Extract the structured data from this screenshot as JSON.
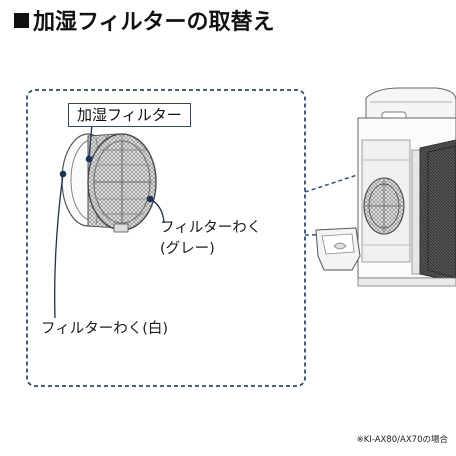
{
  "header": {
    "title": "加湿フィルターの取替え"
  },
  "callout": {
    "filter_label": "加湿フィルター",
    "gray_frame_label_line1": "フィルターわく",
    "gray_frame_label_line2": "(グレー)",
    "white_frame_label": "フィルターわく(白)"
  },
  "footnote": {
    "text": "※KI-AX80/AX70の場合"
  },
  "colors": {
    "dash_border": "#2c4a73",
    "accent_dot": "#1b3358",
    "line_art": "#555555"
  }
}
